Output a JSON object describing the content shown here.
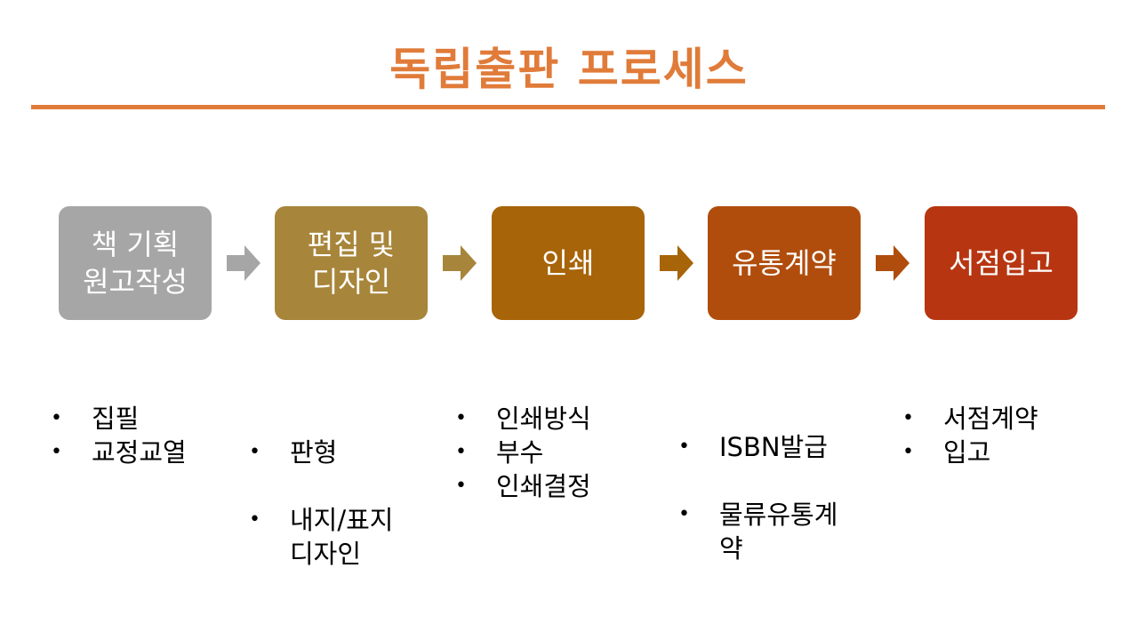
{
  "title": "독립출판 프로세스",
  "colors": {
    "accent": "#E07B39",
    "step_1": "#A6A6A6",
    "step_2": "#A7853A",
    "step_3": "#A86409",
    "step_4": "#B04D0D",
    "step_5": "#B73611"
  },
  "steps": [
    {
      "label": "책 기획\n원고작성",
      "details": [
        "집필",
        "교정교열"
      ]
    },
    {
      "label": "편집 및\n디자인",
      "details": [
        "판형",
        "내지/표지\n디자인"
      ]
    },
    {
      "label": "인쇄",
      "details": [
        "인쇄방식",
        "부수",
        "인쇄결정"
      ]
    },
    {
      "label": "유통계약",
      "details": [
        "ISBN발급",
        "물류유통계\n약"
      ]
    },
    {
      "label": "서점입고",
      "details": [
        "서점계약",
        "입고"
      ]
    }
  ],
  "bullet_glyph": "•"
}
